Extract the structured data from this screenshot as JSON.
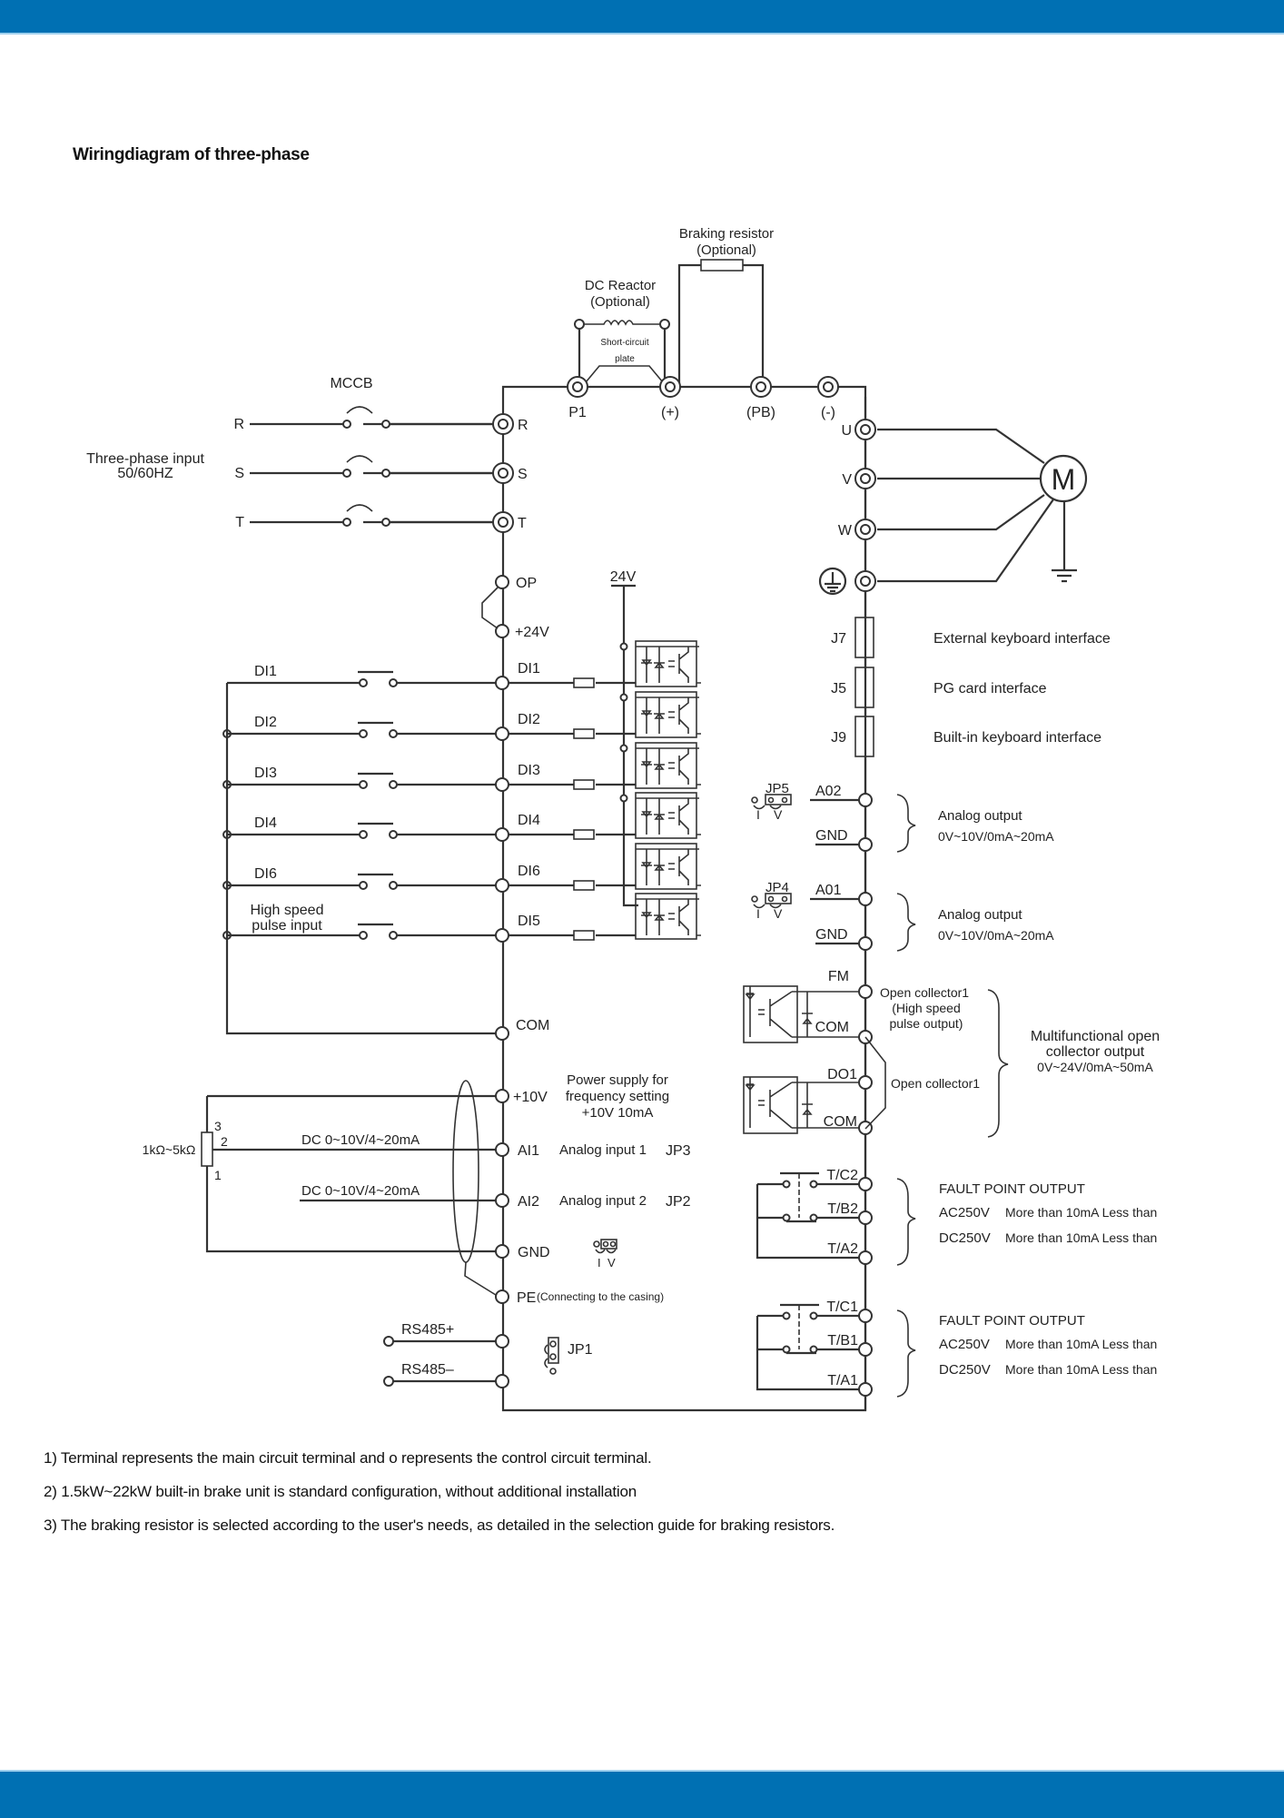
{
  "page": {
    "title": "Wiringdiagram of three-phase",
    "header_color": "#0070b3",
    "footer_color": "#0070b3"
  },
  "diagram": {
    "braking_resistor": {
      "line1": "Braking resistor",
      "line2": "(Optional)"
    },
    "dc_reactor": {
      "line1": "DC Reactor",
      "line2": "(Optional)"
    },
    "short_circuit_plate": {
      "line1": "Short-circuit",
      "line2": "plate"
    },
    "top_terminals": [
      "P1",
      "(+)",
      "(PB)",
      "(-)"
    ],
    "mccb_label": "MCCB",
    "input_label": {
      "line1": "Three-phase input",
      "line2": "50/60HZ"
    },
    "input_phases": [
      "R",
      "S",
      "T"
    ],
    "main_terminals": [
      "R",
      "S",
      "T"
    ],
    "output_terminals": [
      "U",
      "V",
      "W"
    ],
    "motor_label": "M",
    "op_label": "OP",
    "plus24_label": "+24V",
    "rail_24v_label": "24V",
    "digital_inputs": [
      {
        "ext_label": "DI1",
        "term_label": "DI1"
      },
      {
        "ext_label": "DI2",
        "term_label": "DI2"
      },
      {
        "ext_label": "DI3",
        "term_label": "DI3"
      },
      {
        "ext_label": "DI4",
        "term_label": "DI4"
      },
      {
        "ext_label": "DI6",
        "term_label": "DI6"
      },
      {
        "ext_label": "",
        "term_label": "DI5"
      }
    ],
    "high_speed_label": {
      "line1": "High speed",
      "line2": "pulse input"
    },
    "com_label": "COM",
    "interfaces": [
      {
        "id": "J7",
        "label": "External keyboard interface"
      },
      {
        "id": "J5",
        "label": "PG card interface"
      },
      {
        "id": "J9",
        "label": "Built-in keyboard interface"
      }
    ],
    "analog_outputs": [
      {
        "jumper": "JP5",
        "terminal": "A02",
        "gnd": "GND",
        "desc": "Analog output",
        "range": "0V~10V/0mA~20mA"
      },
      {
        "jumper": "JP4",
        "terminal": "A01",
        "gnd": "GND",
        "desc": "Analog output",
        "range": "0V~10V/0mA~20mA"
      }
    ],
    "jumper_i": "I",
    "jumper_v": "V",
    "oc_outputs": {
      "fm": "FM",
      "com1": "COM",
      "do1": "DO1",
      "com2": "COM",
      "oc1_line1": "Open collector1",
      "oc1_line2": "(High speed",
      "oc1_line3": "pulse output)",
      "oc2": "Open collector1",
      "multi_line1": "Multifunctional open",
      "multi_line2": "collector output",
      "multi_line3": "0V~24V/0mA~50mA"
    },
    "power_supply": {
      "terminal": "+10V",
      "line1": "Power supply for",
      "line2": "frequency setting",
      "line3": "+10V 10mA"
    },
    "pot_label": "1kΩ~5kΩ",
    "pot_pins": [
      "3",
      "2",
      "1"
    ],
    "analog_inputs": [
      {
        "signal": "DC 0~10V/4~20mA",
        "terminal": "AI1",
        "desc": "Analog input 1",
        "jumper": "JP3"
      },
      {
        "signal": "DC 0~10V/4~20mA",
        "terminal": "AI2",
        "desc": "Analog input 2",
        "jumper": "JP2"
      }
    ],
    "gnd_label": "GND",
    "pe_label": "PE",
    "pe_note": "(Connecting to the casing)",
    "rs485": [
      "RS485+",
      "RS485–"
    ],
    "jp1_label": "JP1",
    "relays": [
      {
        "c": "T/C2",
        "b": "T/B2",
        "a": "T/A2",
        "title": "FAULT POINT OUTPUT",
        "rows": [
          {
            "v": "AC250V",
            "desc": "More than 10mA Less than"
          },
          {
            "v": "DC250V",
            "desc": "More than 10mA Less than"
          }
        ]
      },
      {
        "c": "T/C1",
        "b": "T/B1",
        "a": "T/A1",
        "title": "FAULT POINT OUTPUT",
        "rows": [
          {
            "v": "AC250V",
            "desc": "More than 10mA Less than"
          },
          {
            "v": "DC250V",
            "desc": "More than 10mA Less than"
          }
        ]
      }
    ]
  },
  "notes": [
    "1)  Terminal represents the main circuit terminal and o represents the control circuit terminal.",
    "2)  1.5kW~22kW built-in brake unit is standard configuration, without additional installation",
    "3)  The braking resistor is selected according to the user's needs, as detailed in the selection guide for braking resistors."
  ]
}
